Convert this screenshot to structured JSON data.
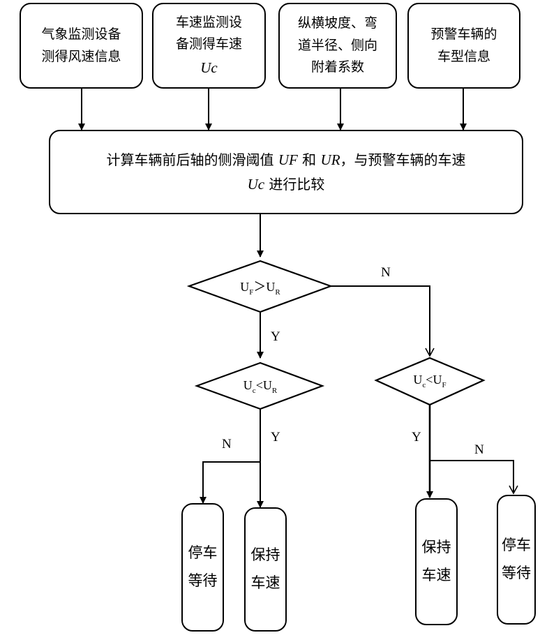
{
  "inputs": [
    {
      "text": "气象监测设备\n测得风速信息"
    },
    {
      "text": "车速监测设\n备测得车速",
      "var": "Uc"
    },
    {
      "text": "纵横坡度、弯\n道半径、侧向\n附着系数"
    },
    {
      "text": "预警车辆的\n车型信息"
    }
  ],
  "compute": {
    "part1": "计算车辆前后轴的侧滑阈值 ",
    "uf": "UF",
    "and": " 和 ",
    "ur": "UR",
    "part2": "，与预警车辆的车速",
    "uc": "Uc",
    "part3": " 进行比较"
  },
  "decisions": {
    "d1": {
      "a": "U",
      "as": "F",
      "op": "＞",
      "b": "U",
      "bs": "R"
    },
    "d2": {
      "a": "U",
      "as": "c",
      "op": "<",
      "b": "U",
      "bs": "R"
    },
    "d3": {
      "a": "U",
      "as": "c",
      "op": "<",
      "b": "U",
      "bs": "F"
    }
  },
  "branch_labels": {
    "yes": "Y",
    "no": "N"
  },
  "outcomes": [
    {
      "text": "停车等待"
    },
    {
      "text": "保持车速"
    },
    {
      "text": "保持车速"
    },
    {
      "text": "停车等待"
    }
  ]
}
